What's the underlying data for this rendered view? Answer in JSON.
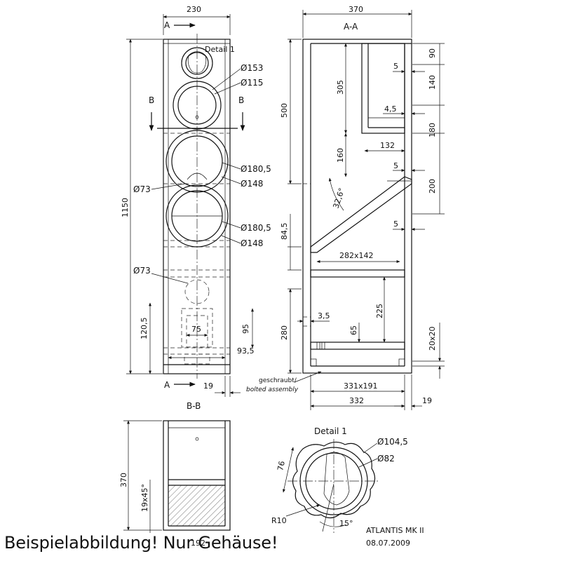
{
  "caption": "Beispielabbildung! Nur Gehäuse!",
  "front_view": {
    "width_dim": "230",
    "section_mark": "A",
    "section_b": "B",
    "detail_ref": "Detail 1",
    "height_dim": "1150",
    "d153": "Ø153",
    "d115": "Ø115",
    "d180_1": "Ø180,5",
    "d148_1": "Ø148",
    "d73_1": "Ø73",
    "d180_2": "Ø180,5",
    "d148_2": "Ø148",
    "d73_2": "Ø73",
    "dim_120_5": "120,5",
    "dim_75": "75",
    "dim_95": "95",
    "dim_93_5": "93,5",
    "dim_19": "19"
  },
  "section_aa": {
    "title": "A-A",
    "width_dim": "370",
    "dim_500": "500",
    "dim_305": "305",
    "dim_160": "160",
    "dim_132": "132",
    "dim_90": "90",
    "dim_5a": "5",
    "dim_140": "140",
    "dim_4_5": "4,5",
    "dim_180": "180",
    "dim_5b": "5",
    "dim_200": "200",
    "angle": "32,6°",
    "dim_5c": "5",
    "dim_84_5": "84,5",
    "dim_282x142": "282x142",
    "dim_225": "225",
    "dim_280": "280",
    "dim_3_5": "3,5",
    "dim_65": "65",
    "dim_20x20": "20x20",
    "note_line1": "geschraubt/",
    "note_line2": "bolted assembly",
    "dim_331x191": "331x191",
    "dim_332": "332",
    "dim_19": "19"
  },
  "section_bb": {
    "title": "B-B",
    "dim_370": "370",
    "dim_19x45": "19x45°",
    "dim_192": "192"
  },
  "detail_1": {
    "title": "Detail 1",
    "d104_5": "Ø104,5",
    "d82": "Ø82",
    "dim_76": "76",
    "r10": "R10",
    "angle_15": "15°"
  },
  "title_block": {
    "name": "ATLANTIS MK II",
    "date": "08.07.2009"
  }
}
